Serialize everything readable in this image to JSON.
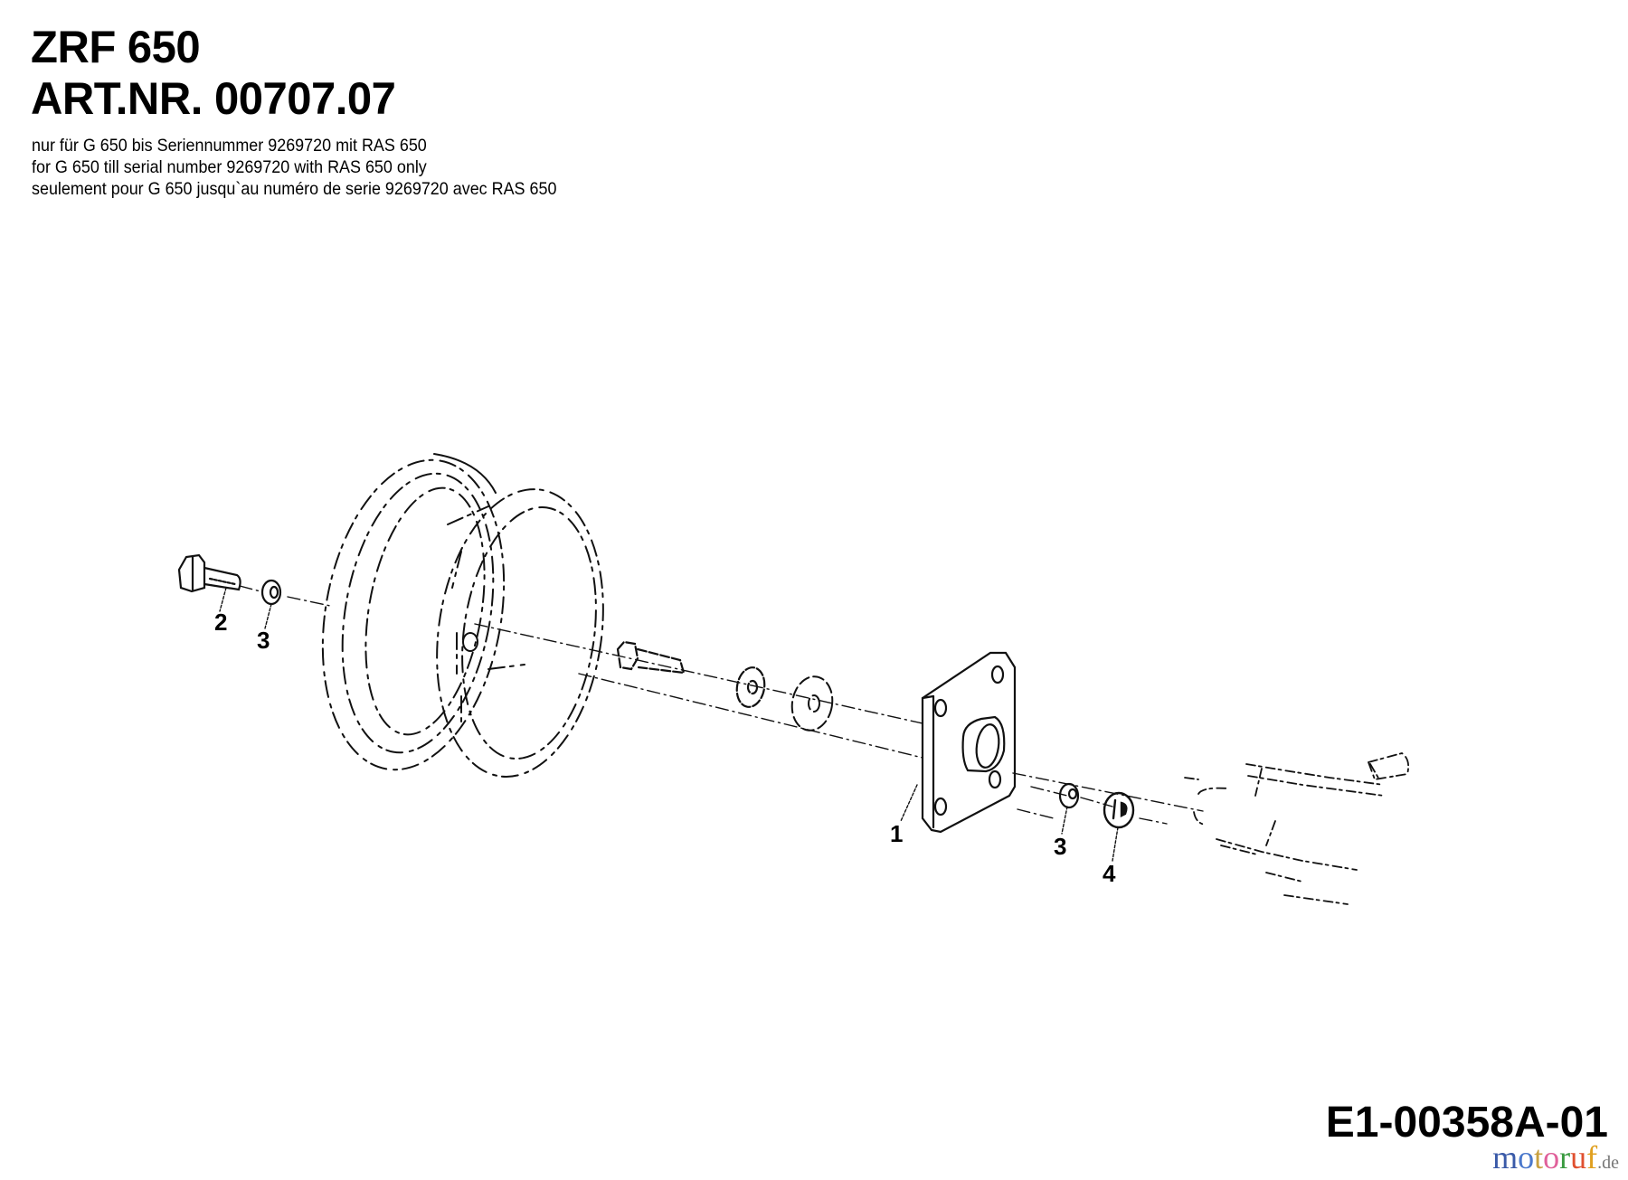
{
  "header": {
    "model": "ZRF 650",
    "article_number": "ART.NR. 00707.07"
  },
  "notes": [
    "nur für G 650 bis Seriennummer 9269720 mit RAS 650",
    "for G 650 till serial number 9269720 with RAS 650 only",
    "seulement pour G 650 jusqu`au numéro de serie 9269720 avec RAS 650"
  ],
  "diagram": {
    "type": "exploded-parts-view",
    "parts": [
      {
        "callout": "1",
        "icon": "mounting-plate-icon"
      },
      {
        "callout": "2",
        "icon": "hex-bolt-icon"
      },
      {
        "callout": "3",
        "icon": "washer-icon"
      },
      {
        "callout": "3",
        "icon": "washer-icon"
      },
      {
        "callout": "4",
        "icon": "hex-nut-icon"
      }
    ],
    "unlabeled": [
      "wheel-icon",
      "axle-pin-icon",
      "spacer-washer-icon",
      "spacer-disc-icon",
      "frame-bracket-icon"
    ]
  },
  "footer": {
    "drawing_code": "E1-00358A-01",
    "watermark": {
      "letters": [
        {
          "ch": "m",
          "color": "#3a5aa8"
        },
        {
          "ch": "o",
          "color": "#4a78cc"
        },
        {
          "ch": "t",
          "color": "#c8a040"
        },
        {
          "ch": "o",
          "color": "#e0609a"
        },
        {
          "ch": "r",
          "color": "#3a9a40"
        },
        {
          "ch": "u",
          "color": "#e05030"
        },
        {
          "ch": "f",
          "color": "#e0a020"
        }
      ],
      "suffix": ".de"
    }
  }
}
